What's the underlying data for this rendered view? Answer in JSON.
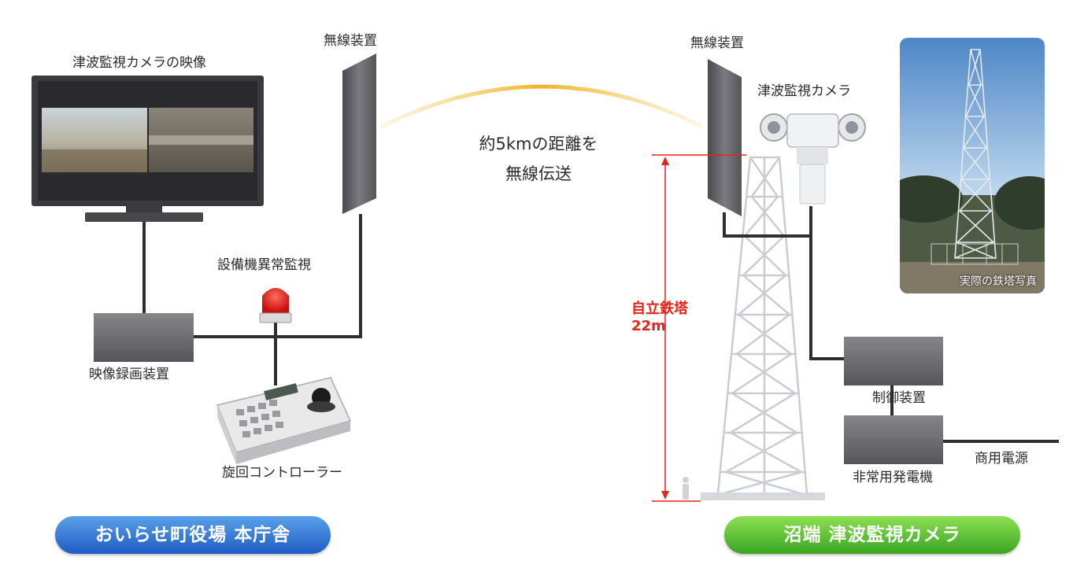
{
  "left_site": {
    "monitor_label": "津波監視カメラの映像",
    "radio_label": "無線装置",
    "alarm_label": "設備機異常監視",
    "recorder_label": "映像録画装置",
    "controller_label": "旋回コントローラー",
    "site_name": "おいらせ町役場 本庁舎"
  },
  "link": {
    "line1": "約5kmの距離を",
    "line2": "無線伝送"
  },
  "right_site": {
    "radio_label": "無線装置",
    "camera_label": "津波監視カメラ",
    "tower_name": "自立鉄塔",
    "tower_height": "22m",
    "controller_label": "制御装置",
    "generator_label": "非常用発電機",
    "power_label": "商用電源",
    "photo_caption": "実際の鉄塔写真",
    "site_name": "沼端 津波監視カメラ"
  },
  "colors": {
    "left_pill": "#1f5cc4",
    "right_pill": "#3aa521",
    "link_arc": "#f0b323",
    "height_marker": "#e8231a",
    "box_fill": "#6a6a6e"
  }
}
